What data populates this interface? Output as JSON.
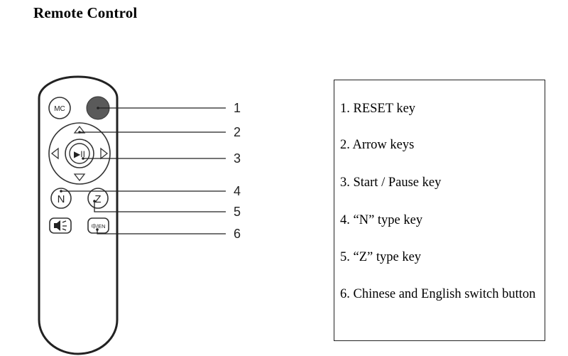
{
  "title": "Remote Control",
  "remote": {
    "mc_label": "MC",
    "play_label": "▶II",
    "n_label": "N",
    "z_label": "Z",
    "lang_label": "中/EN"
  },
  "callouts": [
    "1",
    "2",
    "3",
    "4",
    "5",
    "6"
  ],
  "legend": [
    {
      "label": "1.  RESET key"
    },
    {
      "label": "2.  Arrow keys"
    },
    {
      "label": "3.  Start / Pause key"
    },
    {
      "label": "4.  “N” type key"
    },
    {
      "label": "5.  “Z” type key"
    },
    {
      "label": "6.  Chinese and English switch button"
    }
  ]
}
